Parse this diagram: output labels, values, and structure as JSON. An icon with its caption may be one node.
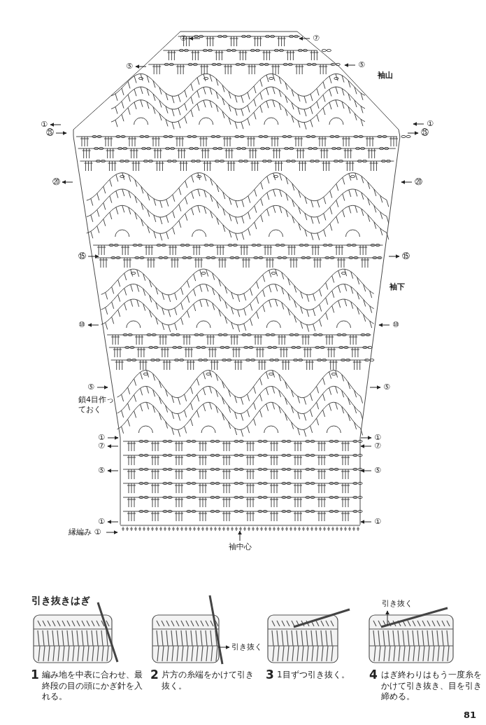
{
  "diagram": {
    "labels": [
      "⑦",
      "⑦",
      "⑤",
      "⑤",
      "袖山",
      "①",
      "①",
      "㉕",
      "㉕",
      "⑳",
      "⑳",
      "⑮",
      "⑮",
      "袖下",
      "⑩",
      "⑩",
      "⑤",
      "⑤",
      "鎖4目作っておく",
      "①",
      "①",
      "⑦",
      "⑦",
      "⑤",
      "⑤",
      "①",
      "①",
      "縁編み ①",
      "袖中心",
      "引き抜きはぎ",
      "引き抜く",
      "引き抜く",
      "1",
      "編み地を中表に合わせ、最終段の目の頭にかぎ針を入れる。",
      "2",
      "片方の糸端をかけて引き抜く。",
      "3",
      "1目ずつ引き抜く。",
      "4",
      "はぎ終わりはもう一度糸をかけて引き抜き、目を引き締める。",
      "81"
    ]
  }
}
